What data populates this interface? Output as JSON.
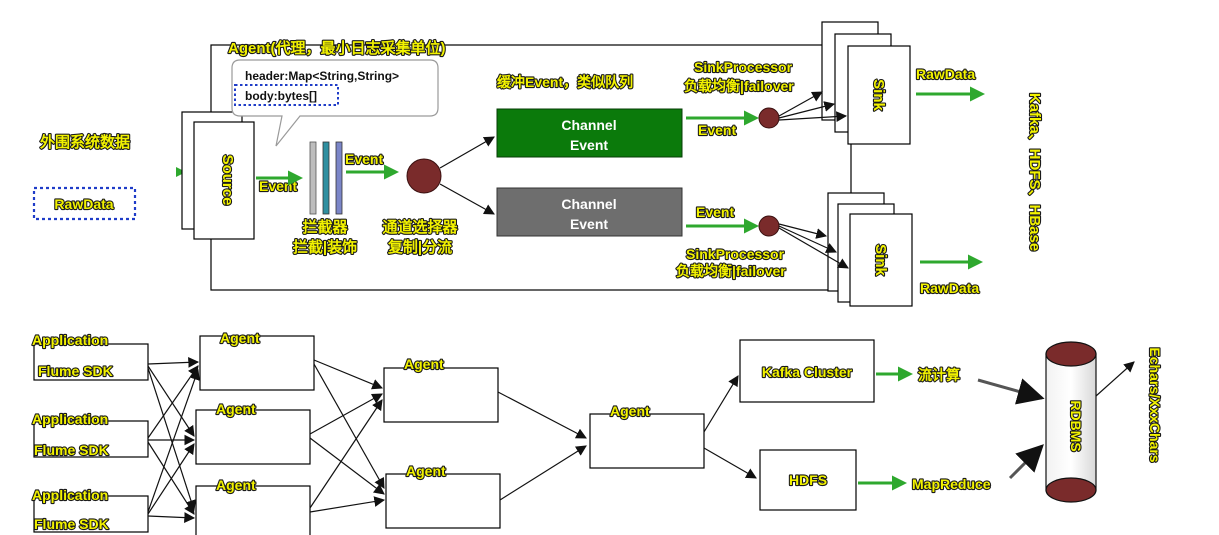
{
  "top": {
    "agent_title": "Agent(代理，最小日志采集单位)",
    "external_data": "外围系统数据",
    "rawdata_in": "RawData",
    "source": "Source",
    "event_source": "Event",
    "event_interceptor": "Event",
    "header_line": "header:Map<String,String>",
    "body_line": "body:bytes[]",
    "interceptor_line1": "拦截器",
    "interceptor_line2": "拦截|装饰",
    "selector_line1": "通道选择器",
    "selector_line2": "复制|分流",
    "buffer_note": "缓冲Event，类似队列",
    "channel1_line1": "Channel",
    "channel1_line2": "Event",
    "channel2_line1": "Channel",
    "channel2_line2": "Event",
    "sinkproc1_line1": "SinkProcessor",
    "sinkproc1_line2": "负载均衡|failover",
    "sinkproc2_line1": "SinkProcessor",
    "sinkproc2_line2": "负载均衡|failover",
    "event_sp1": "Event",
    "event_sp2": "Event",
    "sink1": "Sink",
    "sink2": "Sink",
    "rawdata_out1": "RawData",
    "rawdata_out2": "RawData",
    "targets": "Kafka、HDFS、HBase"
  },
  "bottom": {
    "apps": [
      {
        "line1": "Application",
        "line2": "Flume SDK"
      },
      {
        "line1": "Application",
        "line2": "Flume SDK"
      },
      {
        "line1": "Application",
        "line2": "Flume SDK"
      }
    ],
    "agent_label": "Agent",
    "kafka_cluster": "Kafka Cluster",
    "hdfs": "HDFS",
    "stream_compute": "流计算",
    "mapreduce": "MapReduce",
    "rdbms": "RDBMS",
    "echarts": "Echars/XxxChars"
  },
  "colors": {
    "label_yellow": "#f2f200",
    "channel1_fill": "#0b7a0b",
    "channel2_fill": "#6e6e6e",
    "selector_node": "#7a2b2b",
    "flow_arrow": "#2ea82e",
    "rawdata_border": "#1f3cc8"
  }
}
